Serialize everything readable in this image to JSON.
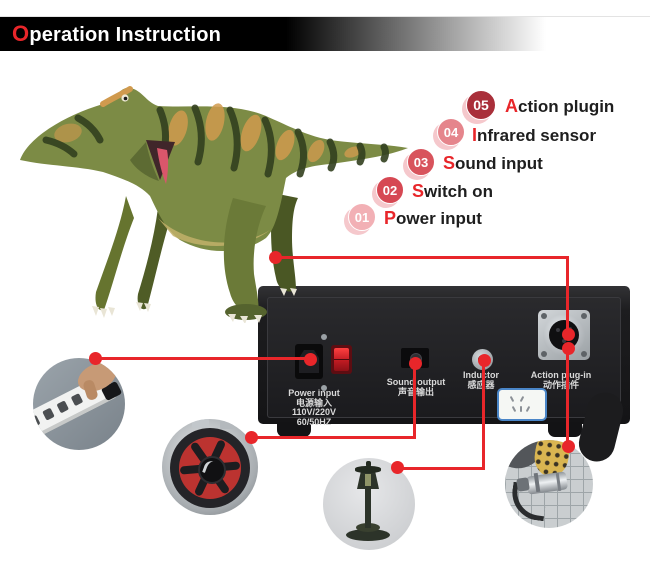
{
  "header": {
    "title_first": "O",
    "title_rest": "peration Instruction"
  },
  "steps": [
    {
      "num": "01",
      "label_first": "P",
      "label_rest": "ower input"
    },
    {
      "num": "02",
      "label_first": "S",
      "label_rest": "witch on"
    },
    {
      "num": "03",
      "label_first": "S",
      "label_rest": "ound input"
    },
    {
      "num": "04",
      "label_first": "I",
      "label_rest": "nfrared sensor"
    },
    {
      "num": "05",
      "label_first": "A",
      "label_rest": "ction plugin"
    }
  ],
  "control_box": {
    "power": {
      "en": "Power input",
      "zh": "电源输入",
      "voltage": "110V/220V",
      "frequency": "60/50HZ"
    },
    "sound": {
      "en": "Sound output",
      "zh": "声音输出"
    },
    "inductor": {
      "en": "Inductor",
      "zh": "感应器"
    },
    "action": {
      "en": "Action plug-in",
      "zh": "动作插件"
    }
  },
  "callouts": [
    {
      "name": "power-strip-photo"
    },
    {
      "name": "speaker-photo"
    },
    {
      "name": "inductor-sensor-photo"
    },
    {
      "name": "action-plug-photo"
    }
  ],
  "colors": {
    "accent_red": "#e8262a",
    "header_bg": "#000000",
    "badge_01": "#f2b0b5",
    "badge_02": "#d64853",
    "badge_03": "#d8535c",
    "badge_04": "#e5858c",
    "badge_05": "#a92f3a"
  }
}
